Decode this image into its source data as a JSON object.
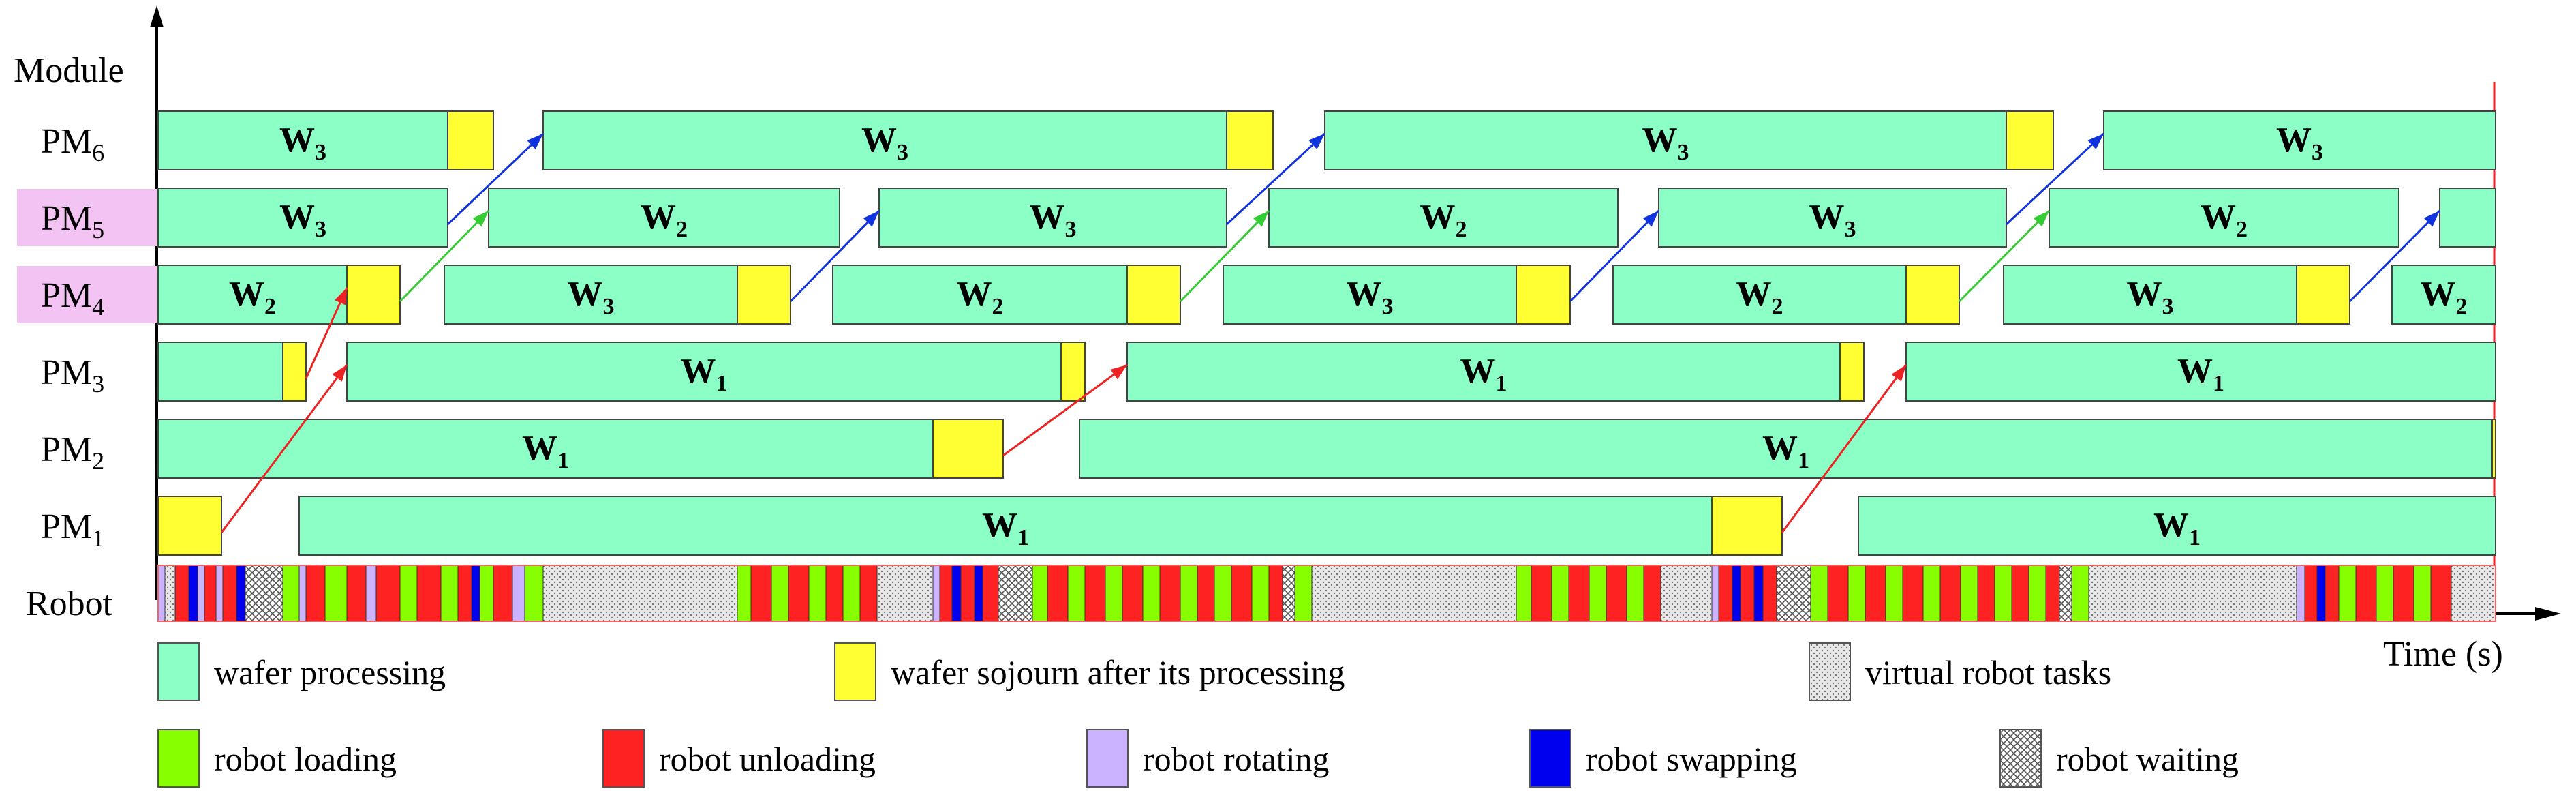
{
  "axes": {
    "y_title": "Module",
    "x_title": "Time (s)"
  },
  "colors": {
    "processing": "#8cffc6",
    "sojourn": "#ffff33",
    "loading": "#88ff00",
    "unloading": "#ff2222",
    "rotating": "#ccb3ff",
    "swapping": "#0000ee",
    "highlight": "#f3c3f3",
    "outline": "#444444"
  },
  "rows": [
    {
      "id": "PM6",
      "base": "PM",
      "sub": "6",
      "highlight": false
    },
    {
      "id": "PM5",
      "base": "PM",
      "sub": "5",
      "highlight": true
    },
    {
      "id": "PM4",
      "base": "PM",
      "sub": "4",
      "highlight": true
    },
    {
      "id": "PM3",
      "base": "PM",
      "sub": "3",
      "highlight": false
    },
    {
      "id": "PM2",
      "base": "PM",
      "sub": "2",
      "highlight": false
    },
    {
      "id": "PM1",
      "base": "PM",
      "sub": "1",
      "highlight": false
    },
    {
      "id": "Robot",
      "base": "Robot",
      "sub": "",
      "highlight": false
    }
  ],
  "blocks": {
    "PM6": [
      {
        "start": 0,
        "end": 425,
        "wafer": "W",
        "idx": "3"
      },
      {
        "start": 425,
        "end": 492,
        "type": "sojourn"
      },
      {
        "start": 565,
        "end": 1568,
        "wafer": "W",
        "idx": "3"
      },
      {
        "start": 1568,
        "end": 1636,
        "type": "sojourn"
      },
      {
        "start": 1712,
        "end": 2712,
        "wafer": "W",
        "idx": "3"
      },
      {
        "start": 2712,
        "end": 2781,
        "type": "sojourn"
      },
      {
        "start": 2855,
        "end": 3430,
        "wafer": "W",
        "idx": "3"
      }
    ],
    "PM5": [
      {
        "start": 0,
        "end": 425,
        "wafer": "W",
        "idx": "3"
      },
      {
        "start": 485,
        "end": 1000,
        "wafer": "W",
        "idx": "2"
      },
      {
        "start": 1058,
        "end": 1568,
        "wafer": "W",
        "idx": "3"
      },
      {
        "start": 1630,
        "end": 2142,
        "wafer": "W",
        "idx": "2"
      },
      {
        "start": 2202,
        "end": 2712,
        "wafer": "W",
        "idx": "3"
      },
      {
        "start": 2775,
        "end": 3288,
        "wafer": "W",
        "idx": "2"
      },
      {
        "start": 3348,
        "end": 3430,
        "wafer": "",
        "idx": ""
      }
    ],
    "PM4": [
      {
        "start": 0,
        "end": 277,
        "wafer": "W",
        "idx": "2"
      },
      {
        "start": 277,
        "end": 355,
        "type": "sojourn"
      },
      {
        "start": 420,
        "end": 850,
        "wafer": "W",
        "idx": "3"
      },
      {
        "start": 850,
        "end": 928,
        "type": "sojourn"
      },
      {
        "start": 990,
        "end": 1422,
        "wafer": "W",
        "idx": "2"
      },
      {
        "start": 1422,
        "end": 1500,
        "type": "sojourn"
      },
      {
        "start": 1563,
        "end": 1993,
        "wafer": "W",
        "idx": "3"
      },
      {
        "start": 1993,
        "end": 2072,
        "type": "sojourn"
      },
      {
        "start": 2135,
        "end": 2565,
        "wafer": "W",
        "idx": "2"
      },
      {
        "start": 2565,
        "end": 2643,
        "type": "sojourn"
      },
      {
        "start": 2708,
        "end": 3138,
        "wafer": "W",
        "idx": "3"
      },
      {
        "start": 3138,
        "end": 3216,
        "type": "sojourn"
      },
      {
        "start": 3278,
        "end": 3430,
        "wafer": "W",
        "idx": "2"
      }
    ],
    "PM3": [
      {
        "start": 0,
        "end": 183,
        "wafer": "",
        "idx": ""
      },
      {
        "start": 183,
        "end": 217,
        "type": "sojourn"
      },
      {
        "start": 277,
        "end": 1325,
        "wafer": "W",
        "idx": "1"
      },
      {
        "start": 1325,
        "end": 1360,
        "type": "sojourn"
      },
      {
        "start": 1422,
        "end": 2468,
        "wafer": "W",
        "idx": "1"
      },
      {
        "start": 2468,
        "end": 2503,
        "type": "sojourn"
      },
      {
        "start": 2565,
        "end": 3430,
        "wafer": "W",
        "idx": "1"
      }
    ],
    "PM2": [
      {
        "start": 0,
        "end": 1137,
        "wafer": "W",
        "idx": "1"
      },
      {
        "start": 1137,
        "end": 1240,
        "type": "sojourn"
      },
      {
        "start": 1352,
        "end": 3425,
        "wafer": "W",
        "idx": "1"
      },
      {
        "start": 3425,
        "end": 3430,
        "type": "sojourn"
      }
    ],
    "PM1": [
      {
        "start": 0,
        "end": 93,
        "type": "sojourn"
      },
      {
        "start": 207,
        "end": 2280,
        "wafer": "W",
        "idx": "1"
      },
      {
        "start": 2280,
        "end": 2383,
        "type": "sojourn"
      },
      {
        "start": 2495,
        "end": 3430,
        "wafer": "W",
        "idx": "1"
      }
    ]
  },
  "transfers": [
    {
      "from": "PM1",
      "to": "PM3",
      "t0": 93,
      "t1": 277,
      "color": "#ee2222"
    },
    {
      "from": "PM4",
      "to": "PM5",
      "t0": 355,
      "t1": 485,
      "color": "#33cc33"
    },
    {
      "from": "PM5",
      "to": "PM6",
      "t0": 425,
      "t1": 565,
      "color": "#1133dd"
    },
    {
      "from": "PM3",
      "to": "PM4",
      "t0": 217,
      "t1": 277,
      "color": "#ee2222"
    },
    {
      "from": "PM4",
      "to": "PM5",
      "t0": 928,
      "t1": 1058,
      "color": "#1133dd"
    },
    {
      "from": "PM2",
      "to": "PM3",
      "t0": 1240,
      "t1": 1422,
      "color": "#ee2222"
    },
    {
      "from": "PM4",
      "to": "PM5",
      "t0": 1500,
      "t1": 1630,
      "color": "#33cc33"
    },
    {
      "from": "PM5",
      "to": "PM6",
      "t0": 1568,
      "t1": 1712,
      "color": "#1133dd"
    },
    {
      "from": "PM4",
      "to": "PM5",
      "t0": 2072,
      "t1": 2202,
      "color": "#1133dd"
    },
    {
      "from": "PM1",
      "to": "PM3",
      "t0": 2383,
      "t1": 2565,
      "color": "#ee2222"
    },
    {
      "from": "PM4",
      "to": "PM5",
      "t0": 2643,
      "t1": 2775,
      "color": "#33cc33"
    },
    {
      "from": "PM5",
      "to": "PM6",
      "t0": 2712,
      "t1": 2855,
      "color": "#1133dd"
    },
    {
      "from": "PM4",
      "to": "PM5",
      "t0": 3216,
      "t1": 3348,
      "color": "#1133dd"
    }
  ],
  "robot_segments": [
    {
      "start": 0,
      "end": 10,
      "type": "rotating"
    },
    {
      "start": 10,
      "end": 25,
      "type": "virtual"
    },
    {
      "start": 25,
      "end": 45,
      "type": "unloading"
    },
    {
      "start": 45,
      "end": 58,
      "type": "swapping"
    },
    {
      "start": 58,
      "end": 68,
      "type": "rotating"
    },
    {
      "start": 68,
      "end": 85,
      "type": "unloading"
    },
    {
      "start": 85,
      "end": 95,
      "type": "rotating"
    },
    {
      "start": 95,
      "end": 115,
      "type": "unloading"
    },
    {
      "start": 115,
      "end": 128,
      "type": "swapping"
    },
    {
      "start": 128,
      "end": 183,
      "type": "waiting"
    },
    {
      "start": 183,
      "end": 207,
      "type": "loading"
    },
    {
      "start": 207,
      "end": 217,
      "type": "rotating"
    },
    {
      "start": 217,
      "end": 245,
      "type": "unloading"
    },
    {
      "start": 245,
      "end": 277,
      "type": "loading"
    },
    {
      "start": 277,
      "end": 305,
      "type": "unloading"
    },
    {
      "start": 305,
      "end": 320,
      "type": "rotating"
    },
    {
      "start": 320,
      "end": 355,
      "type": "unloading"
    },
    {
      "start": 355,
      "end": 380,
      "type": "loading"
    },
    {
      "start": 380,
      "end": 415,
      "type": "unloading"
    },
    {
      "start": 415,
      "end": 440,
      "type": "loading"
    },
    {
      "start": 440,
      "end": 460,
      "type": "unloading"
    },
    {
      "start": 460,
      "end": 472,
      "type": "swapping"
    },
    {
      "start": 472,
      "end": 492,
      "type": "loading"
    },
    {
      "start": 492,
      "end": 520,
      "type": "unloading"
    },
    {
      "start": 520,
      "end": 538,
      "type": "rotating"
    },
    {
      "start": 538,
      "end": 565,
      "type": "loading"
    },
    {
      "start": 565,
      "end": 850,
      "type": "virtual"
    },
    {
      "start": 850,
      "end": 870,
      "type": "loading"
    },
    {
      "start": 870,
      "end": 900,
      "type": "unloading"
    },
    {
      "start": 900,
      "end": 925,
      "type": "loading"
    },
    {
      "start": 925,
      "end": 955,
      "type": "unloading"
    },
    {
      "start": 955,
      "end": 980,
      "type": "loading"
    },
    {
      "start": 980,
      "end": 1005,
      "type": "unloading"
    },
    {
      "start": 1005,
      "end": 1030,
      "type": "loading"
    },
    {
      "start": 1030,
      "end": 1055,
      "type": "unloading"
    },
    {
      "start": 1055,
      "end": 1137,
      "type": "virtual"
    },
    {
      "start": 1137,
      "end": 1147,
      "type": "rotating"
    },
    {
      "start": 1147,
      "end": 1165,
      "type": "unloading"
    },
    {
      "start": 1165,
      "end": 1178,
      "type": "swapping"
    },
    {
      "start": 1178,
      "end": 1198,
      "type": "unloading"
    },
    {
      "start": 1198,
      "end": 1210,
      "type": "swapping"
    },
    {
      "start": 1210,
      "end": 1233,
      "type": "unloading"
    },
    {
      "start": 1233,
      "end": 1283,
      "type": "waiting"
    },
    {
      "start": 1283,
      "end": 1305,
      "type": "loading"
    },
    {
      "start": 1305,
      "end": 1335,
      "type": "unloading"
    },
    {
      "start": 1335,
      "end": 1360,
      "type": "loading"
    },
    {
      "start": 1360,
      "end": 1390,
      "type": "unloading"
    },
    {
      "start": 1390,
      "end": 1415,
      "type": "loading"
    },
    {
      "start": 1415,
      "end": 1445,
      "type": "unloading"
    },
    {
      "start": 1445,
      "end": 1470,
      "type": "loading"
    },
    {
      "start": 1470,
      "end": 1500,
      "type": "unloading"
    },
    {
      "start": 1500,
      "end": 1525,
      "type": "loading"
    },
    {
      "start": 1525,
      "end": 1550,
      "type": "unloading"
    },
    {
      "start": 1550,
      "end": 1575,
      "type": "loading"
    },
    {
      "start": 1575,
      "end": 1605,
      "type": "unloading"
    },
    {
      "start": 1605,
      "end": 1630,
      "type": "loading"
    },
    {
      "start": 1630,
      "end": 1650,
      "type": "unloading"
    },
    {
      "start": 1650,
      "end": 1668,
      "type": "waiting"
    },
    {
      "start": 1668,
      "end": 1693,
      "type": "loading"
    },
    {
      "start": 1693,
      "end": 1993,
      "type": "virtual"
    },
    {
      "start": 1993,
      "end": 2015,
      "type": "loading"
    },
    {
      "start": 2015,
      "end": 2045,
      "type": "unloading"
    },
    {
      "start": 2045,
      "end": 2070,
      "type": "loading"
    },
    {
      "start": 2070,
      "end": 2100,
      "type": "unloading"
    },
    {
      "start": 2100,
      "end": 2125,
      "type": "loading"
    },
    {
      "start": 2125,
      "end": 2155,
      "type": "unloading"
    },
    {
      "start": 2155,
      "end": 2180,
      "type": "loading"
    },
    {
      "start": 2180,
      "end": 2205,
      "type": "unloading"
    },
    {
      "start": 2205,
      "end": 2280,
      "type": "virtual"
    },
    {
      "start": 2280,
      "end": 2290,
      "type": "rotating"
    },
    {
      "start": 2290,
      "end": 2310,
      "type": "unloading"
    },
    {
      "start": 2310,
      "end": 2322,
      "type": "swapping"
    },
    {
      "start": 2322,
      "end": 2342,
      "type": "unloading"
    },
    {
      "start": 2342,
      "end": 2355,
      "type": "swapping"
    },
    {
      "start": 2355,
      "end": 2375,
      "type": "unloading"
    },
    {
      "start": 2375,
      "end": 2425,
      "type": "waiting"
    },
    {
      "start": 2425,
      "end": 2450,
      "type": "loading"
    },
    {
      "start": 2450,
      "end": 2480,
      "type": "unloading"
    },
    {
      "start": 2480,
      "end": 2505,
      "type": "loading"
    },
    {
      "start": 2505,
      "end": 2535,
      "type": "unloading"
    },
    {
      "start": 2535,
      "end": 2560,
      "type": "loading"
    },
    {
      "start": 2560,
      "end": 2590,
      "type": "unloading"
    },
    {
      "start": 2590,
      "end": 2615,
      "type": "loading"
    },
    {
      "start": 2615,
      "end": 2645,
      "type": "unloading"
    },
    {
      "start": 2645,
      "end": 2670,
      "type": "loading"
    },
    {
      "start": 2670,
      "end": 2695,
      "type": "unloading"
    },
    {
      "start": 2695,
      "end": 2720,
      "type": "loading"
    },
    {
      "start": 2720,
      "end": 2745,
      "type": "unloading"
    },
    {
      "start": 2745,
      "end": 2770,
      "type": "loading"
    },
    {
      "start": 2770,
      "end": 2790,
      "type": "unloading"
    },
    {
      "start": 2790,
      "end": 2808,
      "type": "waiting"
    },
    {
      "start": 2808,
      "end": 2833,
      "type": "loading"
    },
    {
      "start": 2833,
      "end": 3138,
      "type": "virtual"
    },
    {
      "start": 3138,
      "end": 3150,
      "type": "rotating"
    },
    {
      "start": 3150,
      "end": 3168,
      "type": "unloading"
    },
    {
      "start": 3168,
      "end": 3180,
      "type": "swapping"
    },
    {
      "start": 3180,
      "end": 3200,
      "type": "unloading"
    },
    {
      "start": 3200,
      "end": 3225,
      "type": "loading"
    },
    {
      "start": 3225,
      "end": 3255,
      "type": "unloading"
    },
    {
      "start": 3255,
      "end": 3280,
      "type": "loading"
    },
    {
      "start": 3280,
      "end": 3310,
      "type": "unloading"
    },
    {
      "start": 3310,
      "end": 3335,
      "type": "loading"
    },
    {
      "start": 3335,
      "end": 3365,
      "type": "unloading"
    },
    {
      "start": 3365,
      "end": 3430,
      "type": "virtual"
    }
  ],
  "legend": [
    {
      "key": "processing",
      "label": "wafer processing"
    },
    {
      "key": "sojourn",
      "label": "wafer sojourn after its processing"
    },
    {
      "key": "virtual",
      "label": "virtual robot tasks"
    },
    {
      "key": "loading",
      "label": "robot loading"
    },
    {
      "key": "unloading",
      "label": "robot unloading"
    },
    {
      "key": "rotating",
      "label": "robot rotating"
    },
    {
      "key": "swapping",
      "label": "robot swapping"
    },
    {
      "key": "waiting",
      "label": "robot waiting"
    }
  ]
}
